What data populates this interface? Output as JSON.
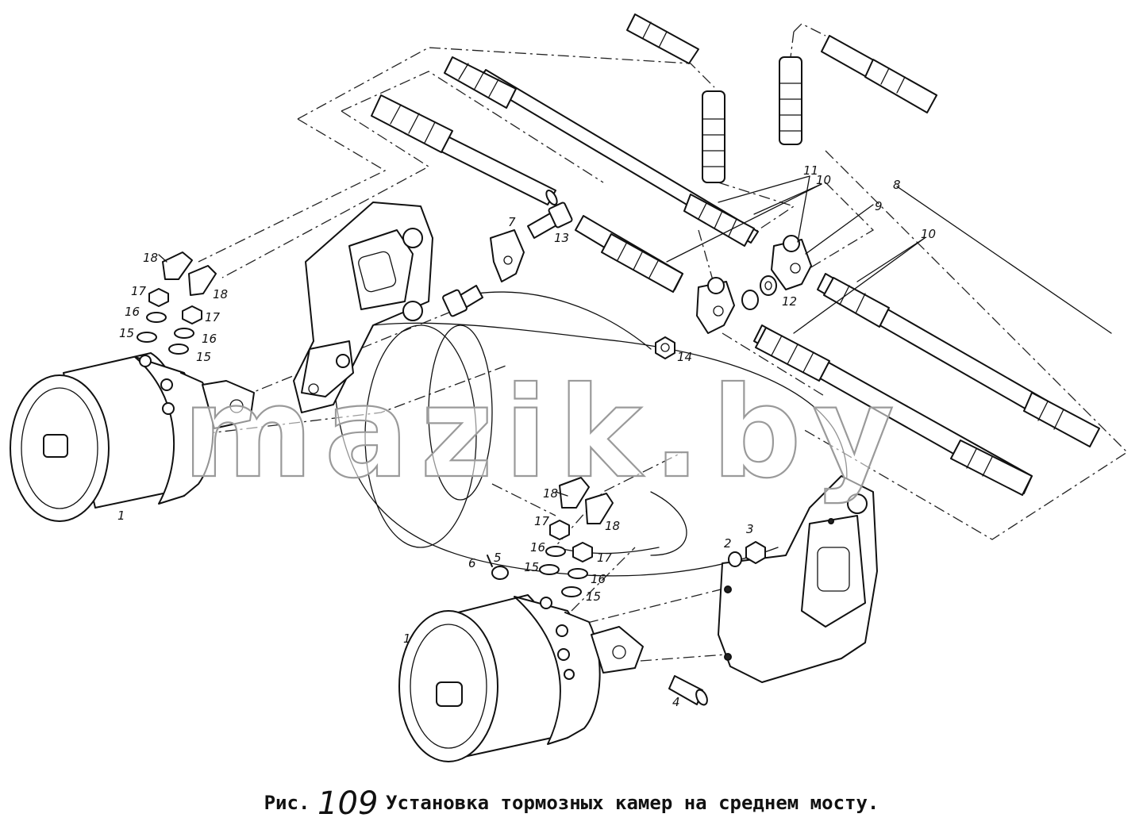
{
  "caption": {
    "prefix": "Рис.",
    "number": "109",
    "title": "Установка тормозных камер на среднем мосту."
  },
  "watermark": "mazik.by",
  "callouts": {
    "c1a": "1",
    "c1b": "1",
    "c2": "2",
    "c3": "3",
    "c4": "4",
    "c5": "5",
    "c6": "6",
    "c7": "7",
    "c8": "8",
    "c9": "9",
    "c10a": "10",
    "c10b": "10",
    "c11": "11",
    "c12": "12",
    "c13": "13",
    "c14": "14",
    "c15a": "15",
    "c15b": "15",
    "c15c": "15",
    "c15d": "15",
    "c16a": "16",
    "c16b": "16",
    "c16c": "16",
    "c16d": "16",
    "c17a": "17",
    "c17b": "17",
    "c17c": "17",
    "c17d": "17",
    "c18a": "18",
    "c18b": "18",
    "c18c": "18",
    "c18d": "18"
  }
}
